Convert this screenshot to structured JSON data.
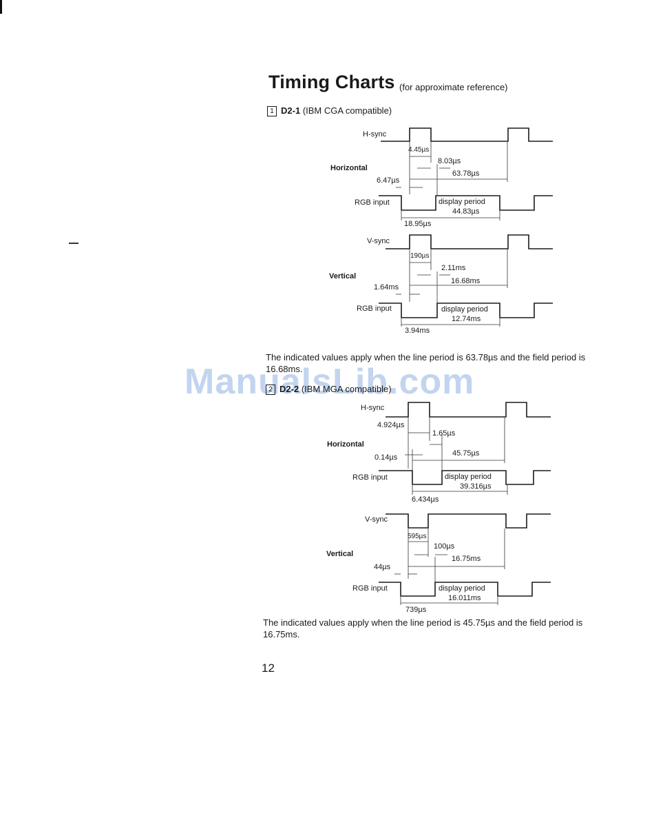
{
  "header": {
    "title": "Timing Charts",
    "subtitle": "(for approximate reference)"
  },
  "section1": {
    "number": "1",
    "code": "D2-1",
    "desc": "(IBM CGA compatible)",
    "horizontal": {
      "group_label": "Horizontal",
      "sync_label": "H-sync",
      "rgb_label": "RGB input",
      "display_label": "display period",
      "t_sync": "4.45µs",
      "t_bp": "8.03µs",
      "t_line": "63.78µs",
      "t_fp": "6.47µs",
      "t_display": "44.83µs",
      "t_blank": "18.95µs"
    },
    "vertical": {
      "group_label": "Vertical",
      "sync_label": "V-sync",
      "rgb_label": "RGB input",
      "display_label": "display period",
      "t_sync": "190µs",
      "t_bp": "2.11ms",
      "t_line": "16.68ms",
      "t_fp": "1.64ms",
      "t_display": "12.74ms",
      "t_blank": "3.94ms"
    },
    "note": "The indicated values apply when the line period is 63.78µs and the field period is 16.68ms."
  },
  "section2": {
    "number": "2",
    "code": "D2-2",
    "desc": "(IBM MGA compatible)",
    "horizontal": {
      "group_label": "Horizontal",
      "sync_label": "H-sync",
      "rgb_label": "RGB input",
      "display_label": "display period",
      "t_sync": "4.924µs",
      "t_bp": "1.65µs",
      "t_line": "45.75µs",
      "t_fp": "0.14µs",
      "t_display": "39.316µs",
      "t_blank": "6.434µs"
    },
    "vertical": {
      "group_label": "Vertical",
      "sync_label": "V-sync",
      "rgb_label": "RGB input",
      "display_label": "display period",
      "t_sync": "595µs",
      "t_bp": "100µs",
      "t_line": "16.75ms",
      "t_fp": "44µs",
      "t_display": "16.011ms",
      "t_blank": "739µs"
    },
    "note": "The indicated values apply when the line period is 45.75µs and the field period is 16.75ms."
  },
  "footer": {
    "page_number": "12",
    "watermark": "ManualsLib.com"
  }
}
